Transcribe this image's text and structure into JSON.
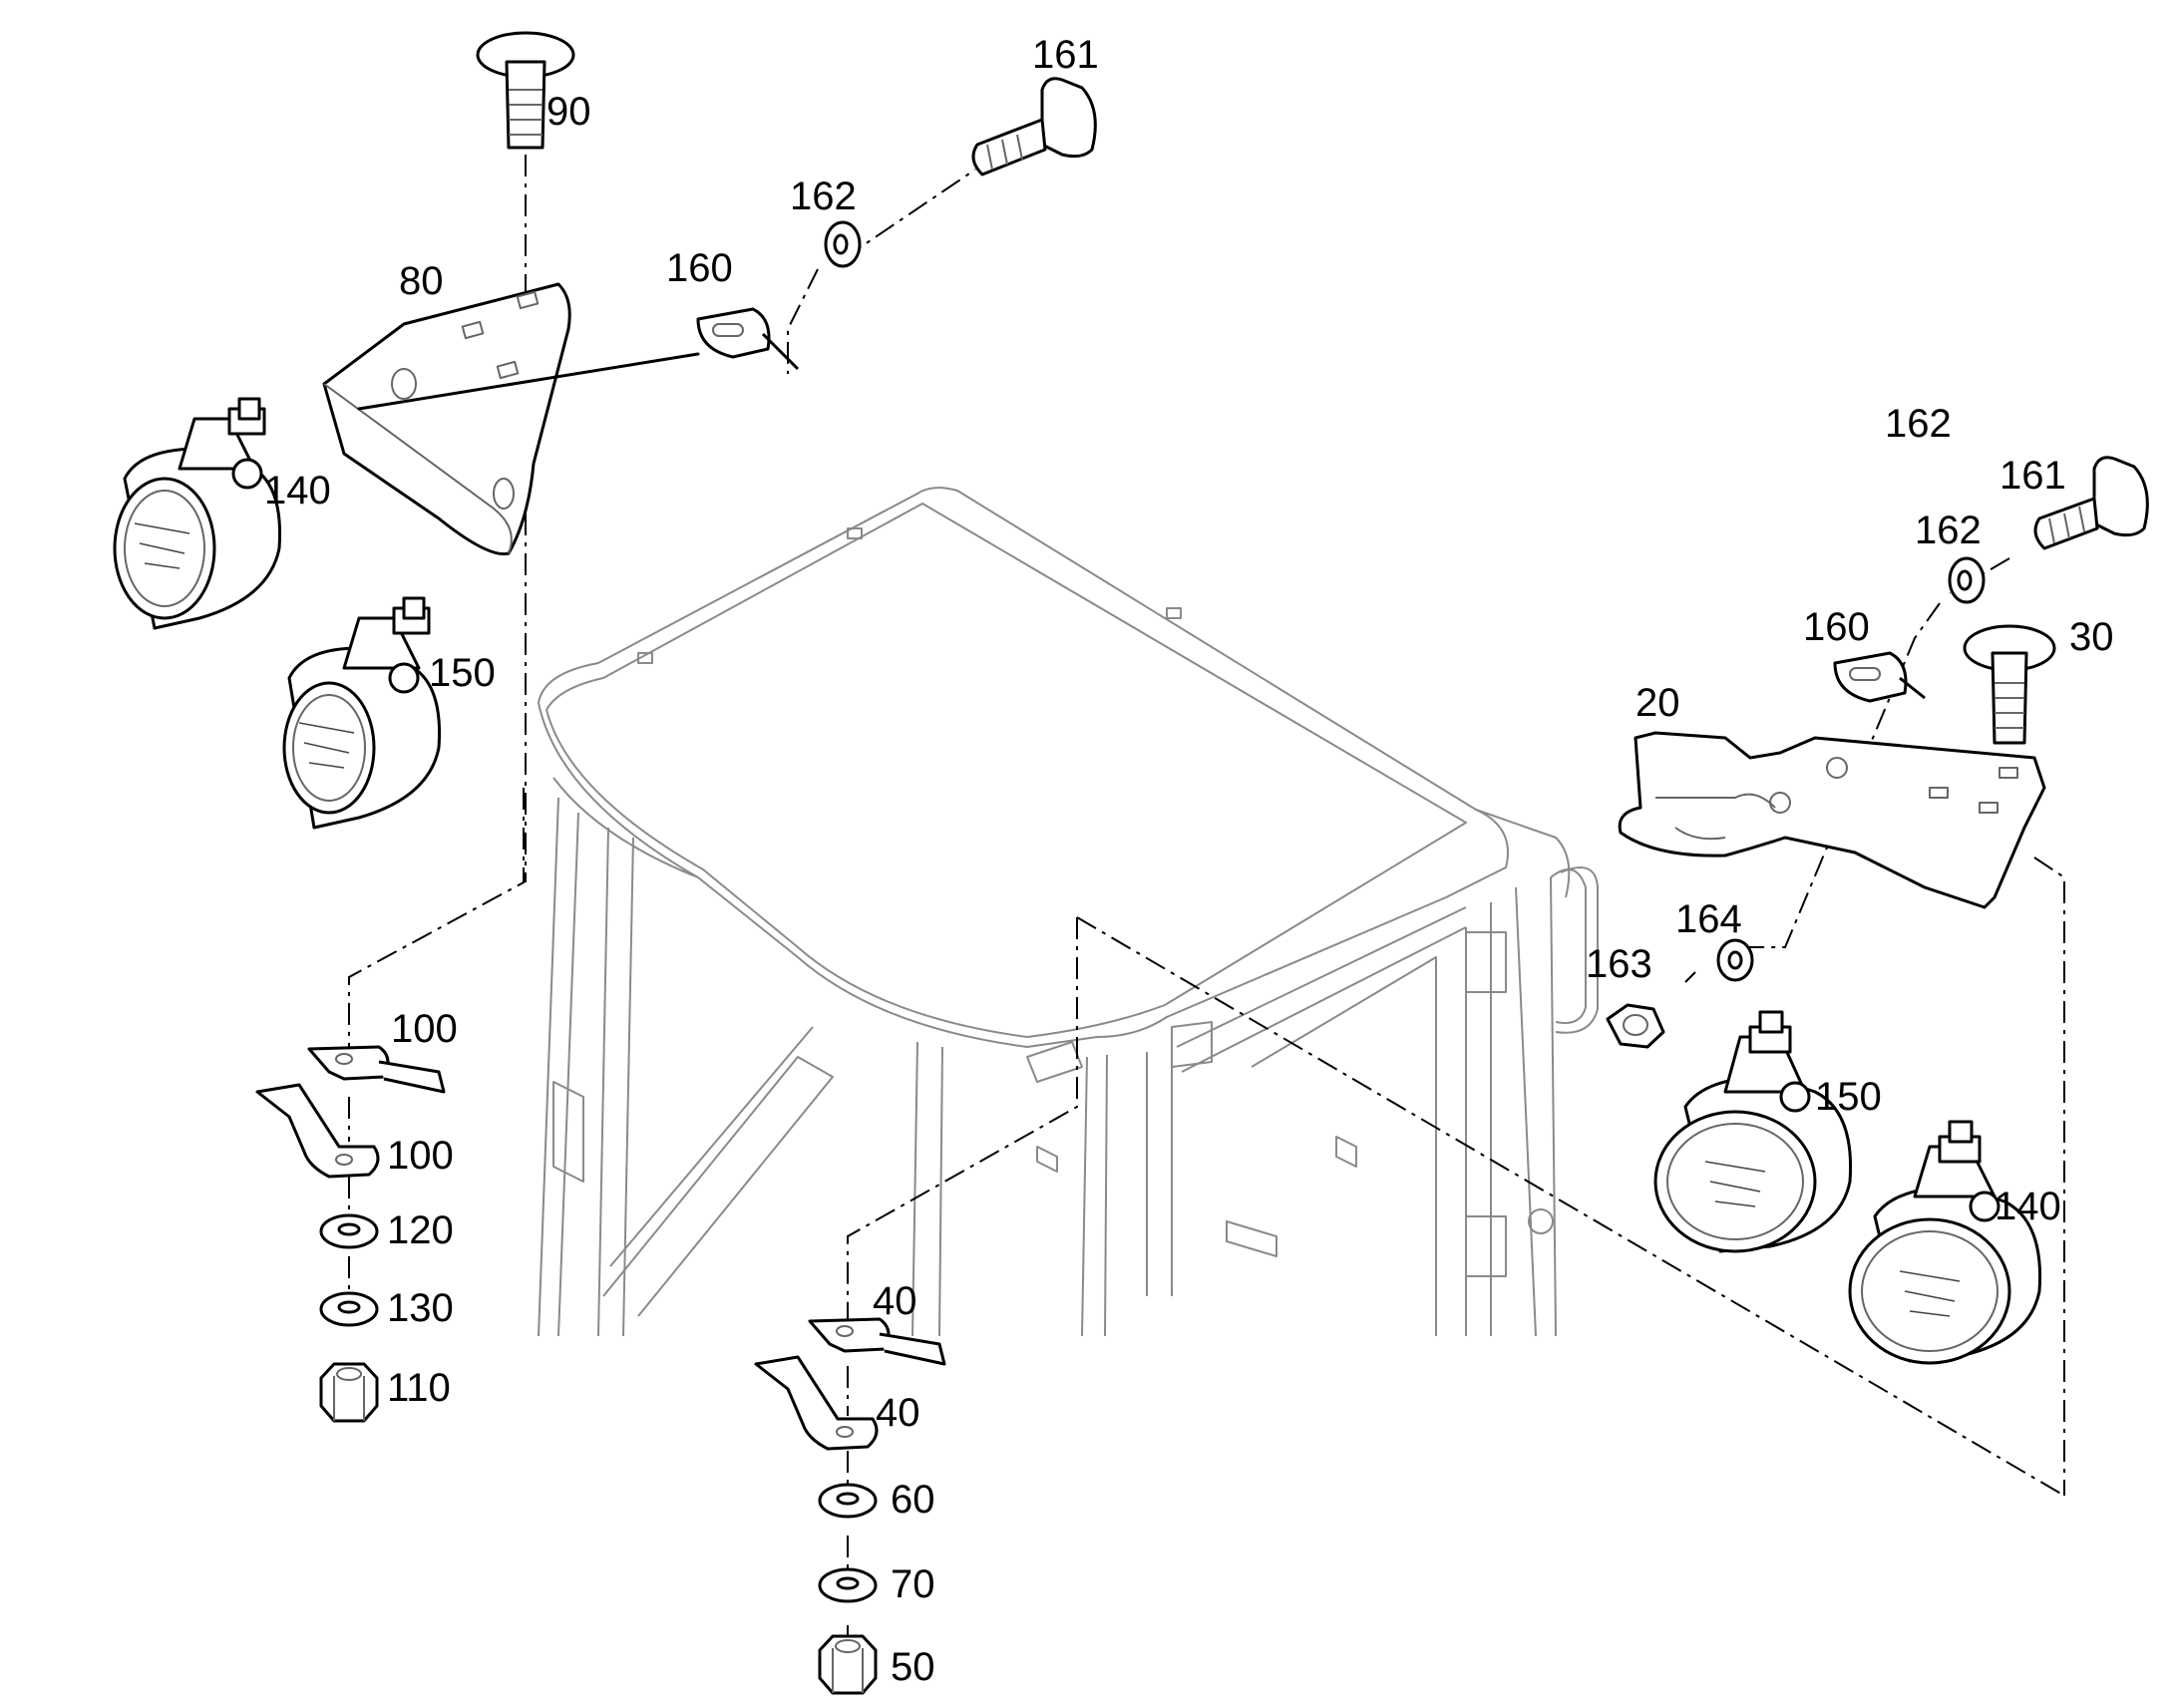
{
  "labels": {
    "p90": "90",
    "p161a": "161",
    "p162a": "162",
    "p160a": "160",
    "p80": "80",
    "p140a": "140",
    "p150a": "150",
    "p162top": "162",
    "p161b": "161",
    "p162b": "162",
    "p160b": "160",
    "p30": "30",
    "p20": "20",
    "p163": "163",
    "p164": "164",
    "p150b": "150",
    "p140b": "140",
    "p100a": "100",
    "p100b": "100",
    "p120": "120",
    "p130": "130",
    "p110": "110",
    "p40a": "40",
    "p40b": "40",
    "p60": "60",
    "p70": "70",
    "p50": "50"
  }
}
